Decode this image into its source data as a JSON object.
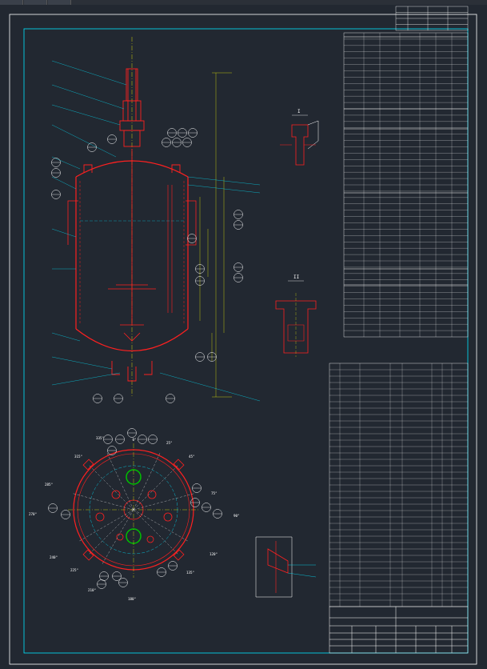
{
  "angles": {
    "a0": "0°",
    "a25": "25°",
    "a45": "45°",
    "a75": "75°",
    "a90": "90°",
    "a120": "120°",
    "a135": "135°",
    "a180": "180°",
    "a210": "210°",
    "a225": "225°",
    "a240": "240°",
    "a270": "270°",
    "a285": "285°",
    "a315": "315°",
    "a335": "335°"
  },
  "views": {
    "section_i": "I",
    "section_ii": "II"
  },
  "colors": {
    "background": "#222831",
    "frame": "#00e5ff",
    "vessel": "#ff2020",
    "text": "#ffffff",
    "dim": "#ffff00",
    "hatch": "#00c000"
  }
}
